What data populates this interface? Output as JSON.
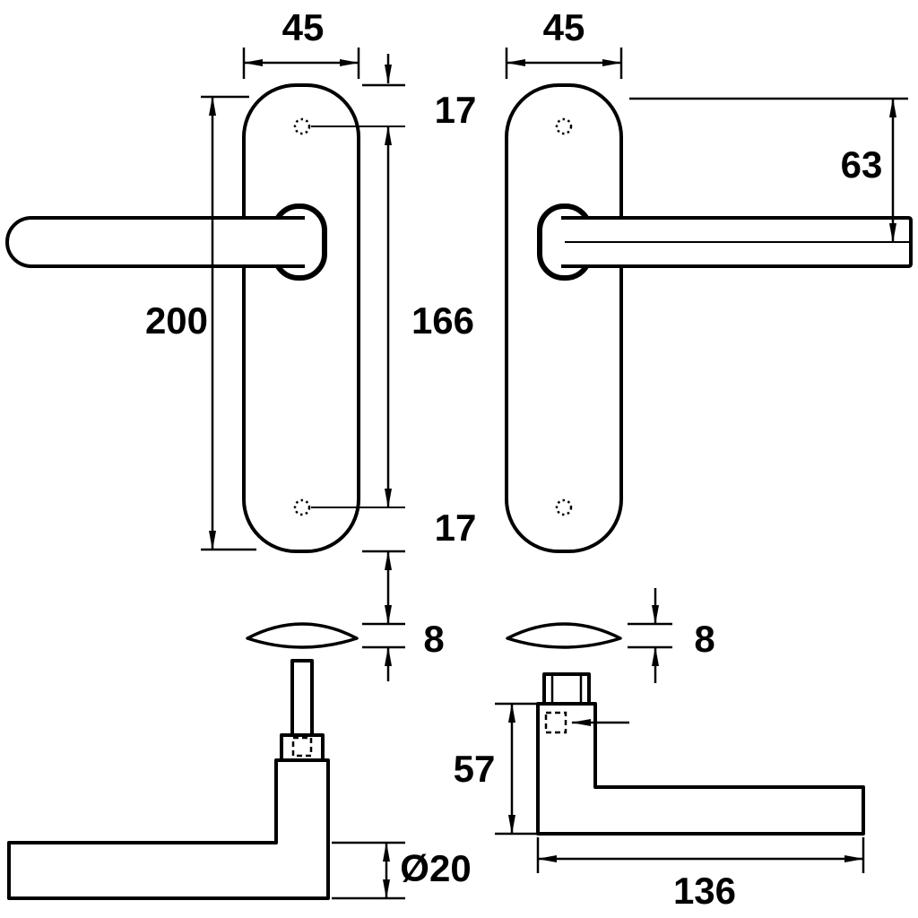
{
  "diagram": {
    "kind": "technical dimensional drawing of a lever door handle on backplate",
    "colors": {
      "ink": "#000000",
      "paper": "#ffffff"
    },
    "labels": {
      "plate_width_left": "45",
      "plate_width_right": "45",
      "plate_height": "200",
      "screw_offset_top": "17",
      "screw_spacing": "166",
      "screw_offset_bottom": "17",
      "handle_center_from_top": "63",
      "plate_thickness_left": "8",
      "plate_thickness_right": "8",
      "grip_diameter": "Ø20",
      "handle_height": "57",
      "handle_length": "136"
    }
  }
}
